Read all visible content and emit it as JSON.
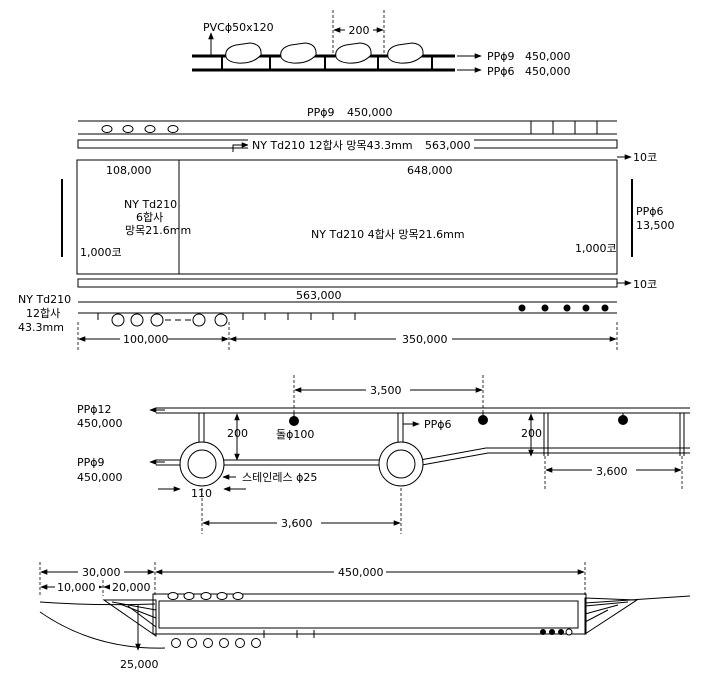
{
  "top_detail": {
    "pvc_label": "PVCϕ50x120",
    "spacing": "200",
    "pp9": "PPϕ9",
    "pp9_value": "450,000",
    "pp6": "PPϕ6",
    "pp6_value": "450,000"
  },
  "net_panel": {
    "top_rope_label": "PPϕ9",
    "top_rope_value": "450,000",
    "upper_edge_label": "NY Td210 12합사 망목43.3mm",
    "upper_edge_value": "563,000",
    "ko_top": "10코",
    "left_width": "108,000",
    "right_width": "648,000",
    "left_net_line1": "NY Td210",
    "left_net_line2": "6합사",
    "left_net_line3": "망목21.6mm",
    "left_meshes": "1,000코",
    "main_net": "NY Td210 4합사 망목21.6mm",
    "right_meshes": "1,000코",
    "side_rope_label": "PPϕ6",
    "side_rope_value": "13,500",
    "ko_bottom": "10코",
    "lower_length": "563,000",
    "lower_net_line1": "NY Td210",
    "lower_net_line2": "12합사",
    "lower_net_line3": "43.3mm",
    "left_section": "100,000",
    "right_section": "350,000"
  },
  "rope_detail": {
    "sinker_spacing": "3,500",
    "pp12": "PPϕ12",
    "pp12_value": "450,000",
    "height_left": "200",
    "sinker": "돌ϕ100",
    "pp6": "PPϕ6",
    "height_right": "200",
    "pp9": "PPϕ9",
    "pp9_value": "450,000",
    "stainless": "스테인레스 ϕ25",
    "ring_size": "110",
    "ring_spacing": "3,600",
    "bay_spacing": "3,600"
  },
  "overview": {
    "total_left": "30,000",
    "segment_a": "10,000",
    "segment_b": "20,000",
    "total_length": "450,000",
    "anchor_line": "25,000"
  }
}
